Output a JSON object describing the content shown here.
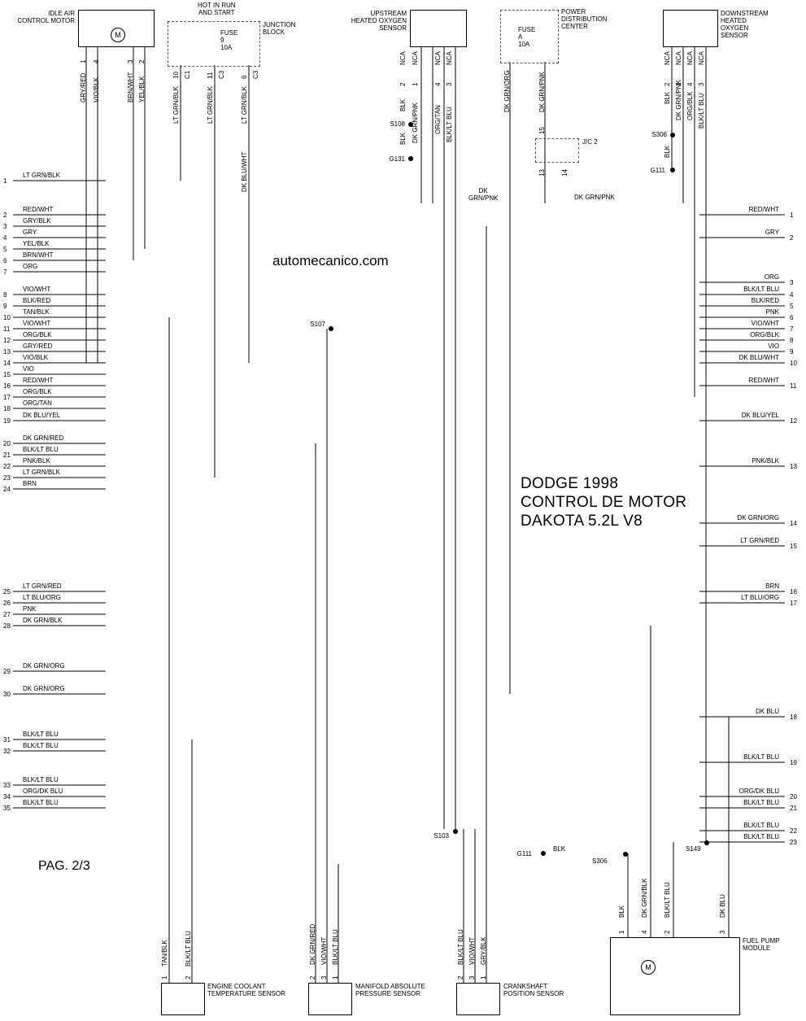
{
  "title_lines": [
    "DODGE 1998",
    "CONTROL DE MOTOR",
    "DAKOTA 5.2L V8"
  ],
  "watermark": "automecanico.com",
  "page_label": "PAG. 2/3",
  "components": {
    "idle_air": "IDLE AIR\nCONTROL MOTOR",
    "hot_run": "HOT IN RUN\nAND START",
    "junction": "JUNCTION\nBLOCK",
    "fuse9": "FUSE\n9\n10A",
    "upstream": "UPSTREAM\nHEATED OXYGEN\nSENSOR",
    "pdc": "POWER\nDISTRIBUTION\nCENTER",
    "fuseA": "FUSE\nA\n10A",
    "downstream": "DOWNSTREAM\nHEATED\nOXYGEN\nSENSOR",
    "ect": "ENGINE COOLANT\nTEMPERATURE SENSOR",
    "map": "MANIFOLD ABSOLUTE\nPRESSURE SENSOR",
    "ckp": "CRANKSHAFT\nPOSITION SENSOR",
    "fpm": "FUEL PUMP\nMODULE",
    "jc2": "J/C 2",
    "motor_m": "M"
  },
  "splices": {
    "s108": "S108",
    "g131": "G131",
    "s306a": "S306",
    "g111a": "G111",
    "s107": "S107",
    "s103": "S103",
    "g111b": "G111",
    "s306b": "S306",
    "s149": "S149",
    "g111b_wire": "BLK"
  },
  "left_wires": [
    {
      "n": "1",
      "label": "LT GRN/BLK"
    },
    {
      "n": "2",
      "label": "RED/WHT"
    },
    {
      "n": "3",
      "label": "GRY/BLK"
    },
    {
      "n": "4",
      "label": "GRY"
    },
    {
      "n": "5",
      "label": "YEL/BLK"
    },
    {
      "n": "6",
      "label": "BRN/WHT"
    },
    {
      "n": "7",
      "label": "ORG"
    },
    {
      "n": "8",
      "label": "VIO/WHT"
    },
    {
      "n": "9",
      "label": "BLK/RED"
    },
    {
      "n": "10",
      "label": "TAN/BLK"
    },
    {
      "n": "11",
      "label": "VIO/WHT"
    },
    {
      "n": "12",
      "label": "ORG/BLK"
    },
    {
      "n": "13",
      "label": "GRY/RED"
    },
    {
      "n": "14",
      "label": "VIO/BLK"
    },
    {
      "n": "15",
      "label": "VIO"
    },
    {
      "n": "16",
      "label": "RED/WHT"
    },
    {
      "n": "17",
      "label": "ORG/BLK"
    },
    {
      "n": "18",
      "label": "ORG/TAN"
    },
    {
      "n": "19",
      "label": "DK BLU/YEL"
    },
    {
      "n": "20",
      "label": "DK GRN/RED"
    },
    {
      "n": "21",
      "label": "BLK/LT BLU"
    },
    {
      "n": "22",
      "label": "PNK/BLK"
    },
    {
      "n": "23",
      "label": "LT GRN/BLK"
    },
    {
      "n": "24",
      "label": "BRN"
    },
    {
      "n": "25",
      "label": "LT GRN/RED"
    },
    {
      "n": "26",
      "label": "LT BLU/ORG"
    },
    {
      "n": "27",
      "label": "PNK"
    },
    {
      "n": "28",
      "label": "DK GRN/BLK"
    },
    {
      "n": "29",
      "label": "DK GRN/ORG"
    },
    {
      "n": "30",
      "label": "DK GRN/ORG"
    },
    {
      "n": "31",
      "label": "BLK/LT BLU"
    },
    {
      "n": "32",
      "label": "BLK/LT BLU"
    },
    {
      "n": "33",
      "label": "BLK/LT BLU"
    },
    {
      "n": "34",
      "label": "ORG/DK BLU"
    },
    {
      "n": "35",
      "label": "BLK/LT BLU"
    }
  ],
  "right_wires": [
    {
      "n": "1",
      "label": "RED/WHT"
    },
    {
      "n": "2",
      "label": "GRY"
    },
    {
      "n": "3",
      "label": "ORG"
    },
    {
      "n": "4",
      "label": "BLK/LT BLU"
    },
    {
      "n": "5",
      "label": "BLK/RED"
    },
    {
      "n": "6",
      "label": "PNK"
    },
    {
      "n": "7",
      "label": "VIO/WHT"
    },
    {
      "n": "8",
      "label": "ORG/BLK"
    },
    {
      "n": "9",
      "label": "VIO"
    },
    {
      "n": "10",
      "label": "DK BLU/WHT"
    },
    {
      "n": "11",
      "label": "RED/WHT"
    },
    {
      "n": "12",
      "label": "DK BLU/YEL"
    },
    {
      "n": "13",
      "label": "PNK/BLK"
    },
    {
      "n": "14",
      "label": "DK GRN/ORG"
    },
    {
      "n": "15",
      "label": "LT GRN/RED"
    },
    {
      "n": "16",
      "label": "BRN"
    },
    {
      "n": "17",
      "label": "LT BLU/ORG"
    },
    {
      "n": "18",
      "label": "DK BLU"
    },
    {
      "n": "19",
      "label": "BLK/LT BLU"
    },
    {
      "n": "20",
      "label": "ORG/DK BLU"
    },
    {
      "n": "21",
      "label": "BLK/LT BLU"
    },
    {
      "n": "22",
      "label": "BLK/LT BLU"
    },
    {
      "n": "23",
      "label": "BLK/LT BLU"
    }
  ],
  "top_vertical": {
    "iac": [
      "GRY/RED",
      "VIO/BLK",
      "BRN/WHT",
      "YEL/BLK"
    ],
    "iac_pins": [
      "1",
      "4",
      "3",
      "2"
    ],
    "jb": [
      "LT GRN/BLK",
      "LT GRN/BLK",
      "LT GRN/BLK"
    ],
    "jb_pins": [
      "10",
      "11",
      "6"
    ],
    "jb_conn": [
      "C1",
      "C3",
      "C3"
    ],
    "jb_mid": "DK BLU/WHT",
    "up_nca": [
      "NCA",
      "NCA",
      "NCA",
      "NCA"
    ],
    "up_pins": [
      "2",
      "1",
      "4",
      "3"
    ],
    "up": [
      "BLK",
      "DK GRN/PNK",
      "ORG/TAN",
      "BLK/LT BLU"
    ],
    "up_blk2": "BLK",
    "pdc": [
      "DK GRN/ORG",
      "DK GRN/PNK"
    ],
    "jc2_pins": [
      "15",
      "13",
      "14"
    ],
    "dk_grn_pnk_a": "DK\nGRN/PNK",
    "dk_grn_pnk_b": "DK GRN/PNK",
    "down_nca": [
      "NCA",
      "NCA",
      "NCA",
      "NCA"
    ],
    "down_pins": [
      "2",
      "1",
      "4",
      "3"
    ],
    "down": [
      "BLK",
      "DK GRN/PNK",
      "ORG/BLK",
      "BLK/LT BLU"
    ],
    "down_blk2": "BLK"
  },
  "bottom_vertical": {
    "ect": [
      "TAN/BLK",
      "BLK/LT BLU"
    ],
    "ect_pins": [
      "1",
      "2"
    ],
    "map": [
      "DK GRN/RED",
      "VIO/WHT",
      "BLK/LT BLU"
    ],
    "map_pins": [
      "2",
      "3",
      "1"
    ],
    "ckp": [
      "BLK/LT BLU",
      "VIO/WHT",
      "GRY/BLK"
    ],
    "ckp_pins": [
      "2",
      "3",
      "1"
    ],
    "fpm": [
      "BLK",
      "DK GRN/BLK",
      "BLK/LT BLU",
      "DK BLU"
    ],
    "fpm_pins": [
      "1",
      "4",
      "2",
      "3"
    ]
  }
}
